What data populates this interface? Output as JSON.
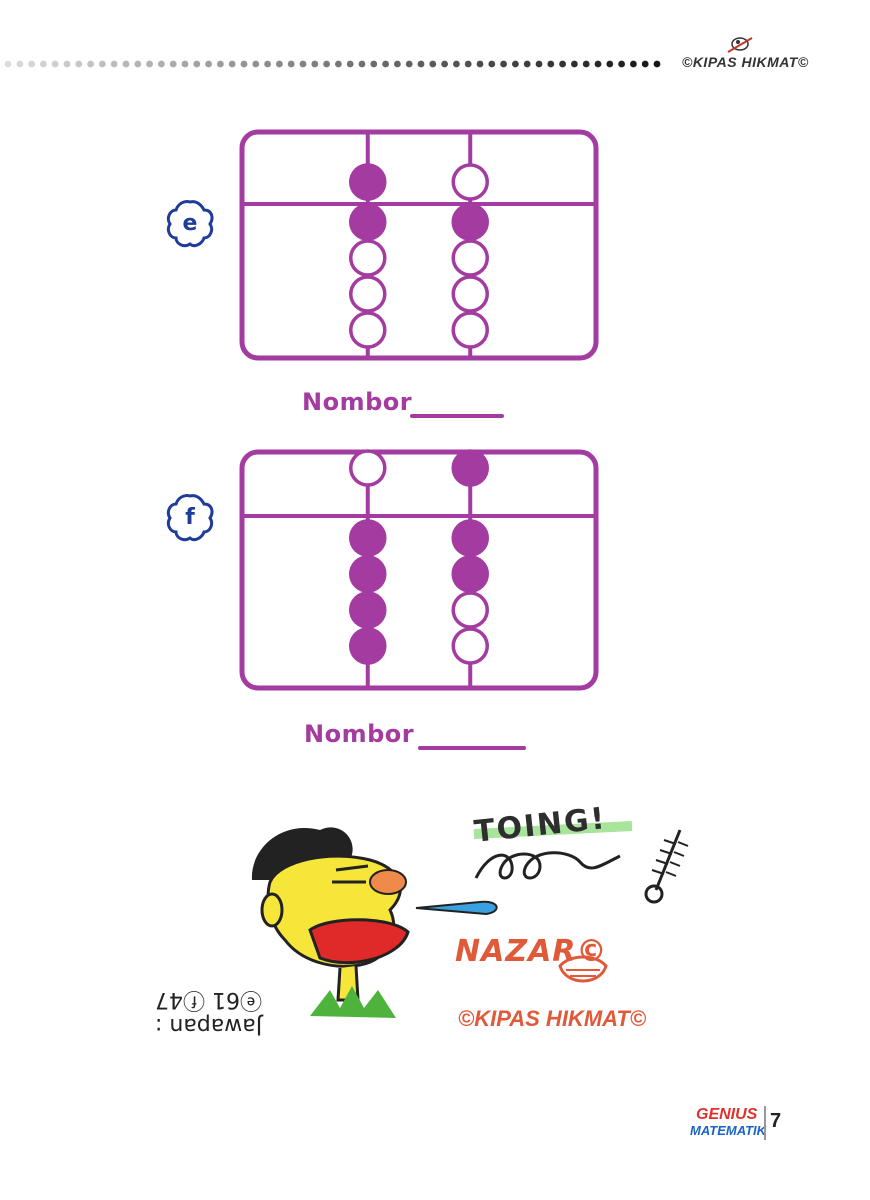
{
  "header": {
    "brand": "©KIPAS HIKMAT©"
  },
  "exercises": [
    {
      "label": "e",
      "prompt": "Nombor",
      "top_beads_filled": [
        false,
        true
      ],
      "columns": [
        {
          "upper_filled": true,
          "lower_filled": [
            true,
            false,
            false,
            false
          ]
        },
        {
          "upper_filled": false,
          "lower_filled": [
            true,
            false,
            false,
            false
          ]
        }
      ]
    },
    {
      "label": "f",
      "prompt": "Nombor",
      "columns": [
        {
          "upper_filled": false,
          "lower_filled": [
            true,
            true,
            true,
            true
          ]
        },
        {
          "upper_filled": true,
          "lower_filled": [
            true,
            true,
            false,
            false
          ]
        }
      ]
    }
  ],
  "cartoon": {
    "sound_effect": "TOING!",
    "answer_label": "Jawapan :",
    "answer_text": "ⓔ61 ⓕ47",
    "signature": "NAZAR©",
    "brand": "©KIPAS HIKMAT©"
  },
  "footer": {
    "logo_top": "GENIUS",
    "logo_bottom": "MATEMATIK",
    "page_number": "7"
  },
  "colors": {
    "abacus": "#a33ba0",
    "label_outline": "#1f3c9b",
    "brand_red": "#e05a3a"
  }
}
